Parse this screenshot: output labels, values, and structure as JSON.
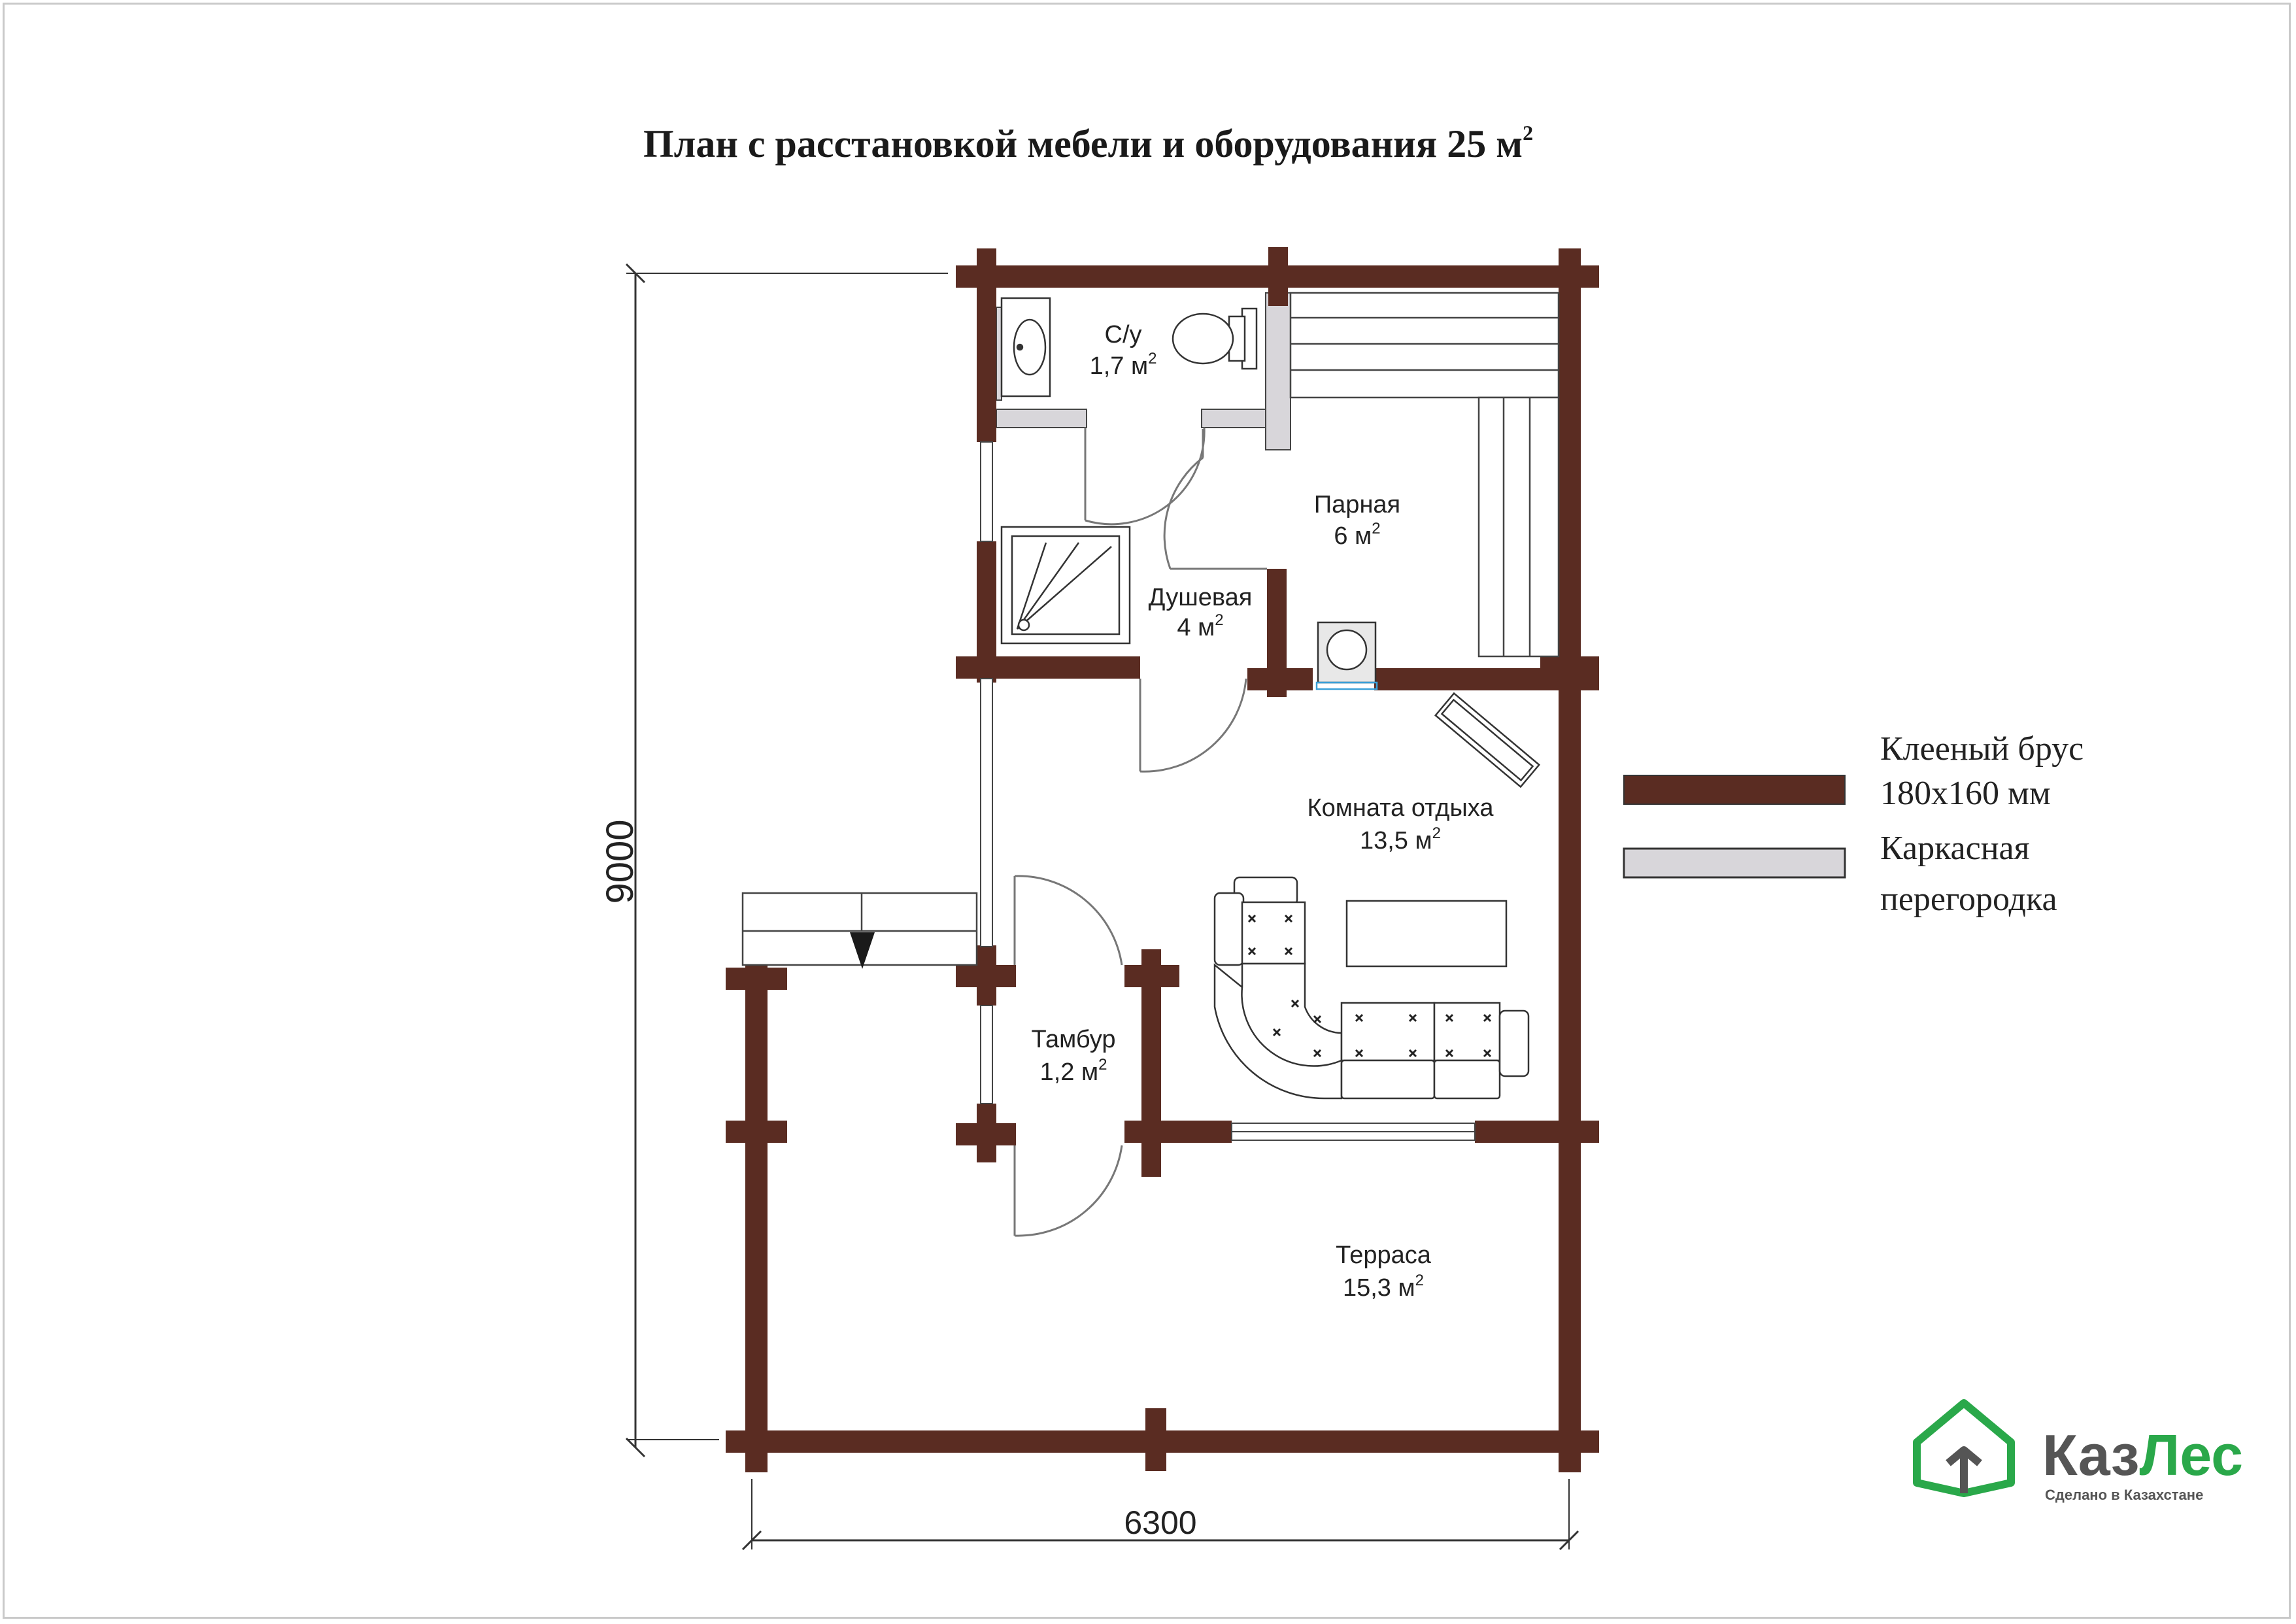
{
  "title": {
    "text": "План с расстановкой мебели и оборудования  25 м",
    "sup": "2"
  },
  "rooms": [
    {
      "id": "su",
      "name": "С/у",
      "area": "1,7 м",
      "sup": "2"
    },
    {
      "id": "parnaya",
      "name": "Парная",
      "area": "6 м",
      "sup": "2"
    },
    {
      "id": "dushevaya",
      "name": "Душевая",
      "area": "4 м",
      "sup": "2"
    },
    {
      "id": "komnata",
      "name": "Комната отдыха",
      "area": "13,5 м",
      "sup": "2"
    },
    {
      "id": "tambur",
      "name": "Тамбур",
      "area": "1,2 м",
      "sup": "2"
    },
    {
      "id": "terrasa",
      "name": "Терраса",
      "area": "15,3 м",
      "sup": "2"
    }
  ],
  "dimensions": {
    "height": "9000",
    "width": "6300"
  },
  "legend": [
    {
      "label_line1": "Клееный  брус",
      "label_line2": "180x160 мм",
      "color": "#5a2c22"
    },
    {
      "label_line1": "Каркасная",
      "label_line2": "перегородка",
      "color": "#d8d6da"
    }
  ],
  "brand": {
    "name_part1": "Каз",
    "name_part2": "Лес",
    "tagline": "Сделано в Казахстане",
    "color_dark": "#555555",
    "color_green": "#2aa84a"
  },
  "colors": {
    "wall": "#5a2c22",
    "partition": "#d8d6da",
    "line": "#222222",
    "furniture_line": "#333333"
  }
}
